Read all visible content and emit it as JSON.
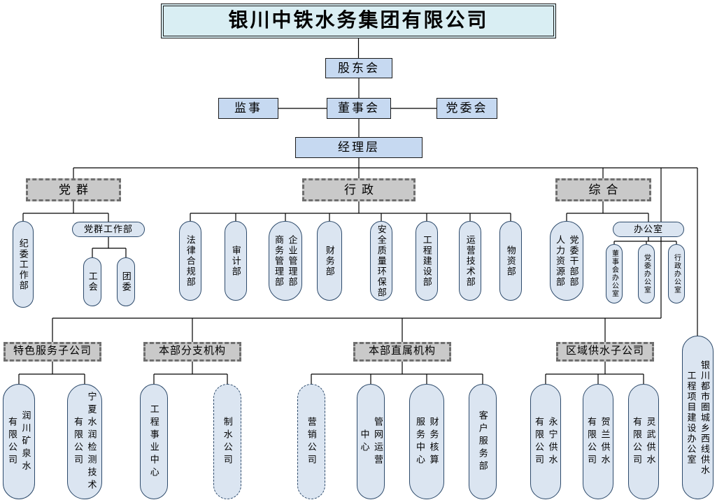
{
  "title": "银川中铁水务集团有限公司",
  "governance": {
    "shareholders": "股东会",
    "supervisors": "监事",
    "board": "董事会",
    "party_committee": "党委会",
    "management": "经理层"
  },
  "sections": {
    "party_mass": {
      "header": "党群",
      "discipline_dept": "纪委工作部",
      "work_dept": "党群工作部",
      "labor_union": "工会",
      "youth_league": "团委"
    },
    "administration": {
      "header": "行政",
      "legal_compliance": "法律合规部",
      "audit": "审计部",
      "enterprise_business": "企业管理部\n商务管理部",
      "finance": "财务部",
      "safety_quality_env": "安全质量环保部",
      "engineering_construction": "工程建设部",
      "operation_technology": "运营技术部",
      "materials": "物资部"
    },
    "comprehensive": {
      "header": "综合",
      "cadre_hr": "党委干部部\n人力资源部",
      "office": "办公室",
      "board_office": "董事会办公室",
      "party_office": "党委办公室",
      "admin_office": "行政办公室"
    },
    "special_service": {
      "header": "特色服务子公司",
      "runchuan": "润川矿泉水\n有限公司",
      "ningxia_testing": "宁夏水润检测技术\n有限公司"
    },
    "hq_branches": {
      "header": "本部分支机构",
      "engineering_center": "工程事业中心",
      "water_production": "制水公司"
    },
    "hq_direct": {
      "header": "本部直属机构",
      "marketing": "营销公司",
      "pipeline_center": "管网运营\n中心",
      "accounting_center": "财务核算\n服务中心",
      "customer_service": "客户服务部"
    },
    "regional_water": {
      "header": "区域供水子公司",
      "yongning": "永宁供水\n有限公司",
      "helan": "贺兰供水\n有限公司",
      "lingwu": "灵武供水\n有限公司"
    },
    "west_line_office": "银川都市圈城乡西线供水\n工程项目建设办公室"
  },
  "colors": {
    "title_bg": "#d9eef3",
    "node_bg": "#c6d9f1",
    "header_bg": "#c9c9c9",
    "pill_bg": "#dbe5f1",
    "line": "#000000"
  }
}
